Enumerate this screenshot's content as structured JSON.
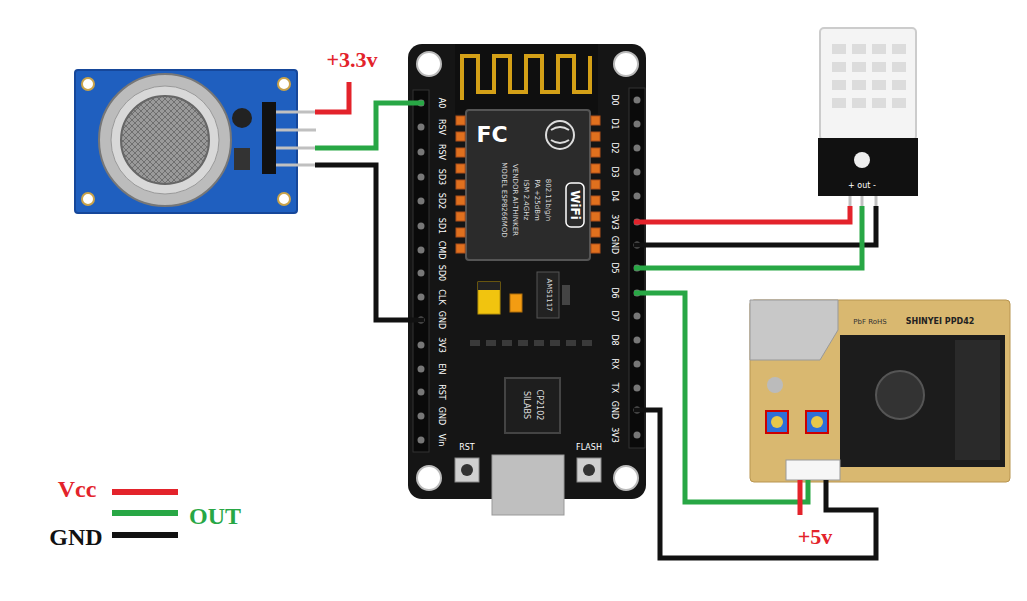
{
  "diagram": {
    "labels": [
      "+3.3v",
      "A0",
      "RSV",
      "RSV",
      "SD3",
      "SD2",
      "SD1",
      "CMD",
      "SD0",
      "CLK",
      "GND",
      "3V3",
      "EN",
      "RST",
      "GND",
      "Vin",
      "D0",
      "D1",
      "D2",
      "D3",
      "D4",
      "3V3",
      "GND",
      "D5",
      "D6",
      "D7",
      "D8",
      "RX",
      "TX",
      "GND",
      "3V3",
      "+5v",
      "FC",
      "MODEL ESP8266MOD",
      "VENDOR AI-THINKER",
      "ISM 2.4GHz",
      "PA +25dBm",
      "802.11b/g/n",
      "WiFi",
      "SILABS",
      "CP2102",
      "RST",
      "FLASH",
      "AMS1117",
      "+ out -",
      "PbF RoHS",
      "SHINYEI PPD42"
    ],
    "legend": [
      {
        "text": "Vcc",
        "color": "#e3232b"
      },
      {
        "text": "OUT",
        "color": "#28a745"
      },
      {
        "text": "GND",
        "color": "#111111"
      }
    ]
  }
}
